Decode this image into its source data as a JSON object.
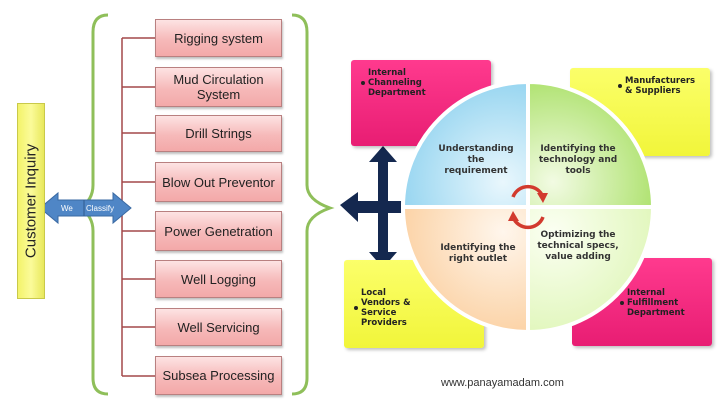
{
  "inquiry_label": "Customer Inquiry",
  "arrow_labels": {
    "left": "We",
    "right": "Classify"
  },
  "categories": [
    {
      "label": "Rigging system"
    },
    {
      "label": "Mud Circulation System"
    },
    {
      "label": "Drill Strings"
    },
    {
      "label": "Blow Out Preventor"
    },
    {
      "label": "Power Genetration"
    },
    {
      "label": "Well Logging"
    },
    {
      "label": "Well Servicing"
    },
    {
      "label": "Subsea Processing"
    }
  ],
  "departments": {
    "internal_channeling": "Internal Channeling Department",
    "manufacturers": "Manufacturers & Suppliers",
    "local_vendors": "Local Vendors & Service Providers",
    "internal_fulfillment": "Internal Fulfillment Department"
  },
  "quadrants": {
    "top_left": "Understanding the requirement",
    "top_right": "Identifying the technology and tools",
    "bottom_left": "Identifying the right outlet",
    "bottom_right": "Optimizing the technical specs, value adding"
  },
  "colors": {
    "quadrant_top_left": "#bfe6f7",
    "quadrant_top_right": "#c8ef9a",
    "quadrant_bottom_left": "#fde2c7",
    "quadrant_bottom_right": "#eafbcf",
    "bracket": "#8fbf5a",
    "tree_lines": "#a4484a",
    "big_arrow": "#14284f",
    "small_arrow": "#4f86c6",
    "cycle_arrow": "#d23a2e"
  },
  "watermark": "www.panayamadam.com"
}
